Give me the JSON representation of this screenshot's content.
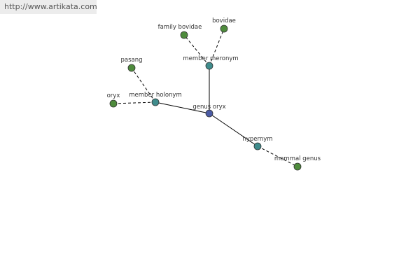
{
  "site_link": "http://www.artikata.com",
  "colors": {
    "center_node": "#4b5ba5",
    "relation_node": "#3f8c8c",
    "term_node": "#4e8b3c",
    "node_stroke": "#333333",
    "edge": "#000000",
    "banner_bg": "#ececec"
  },
  "nodes": [
    {
      "id": "genus-oryx",
      "label": "genus oryx",
      "kind": "center"
    },
    {
      "id": "member-meronym",
      "label": "member meronym",
      "kind": "relation"
    },
    {
      "id": "member-holonym",
      "label": "member holonym",
      "kind": "relation"
    },
    {
      "id": "hypernym",
      "label": "hypernym",
      "kind": "relation"
    },
    {
      "id": "family-bovidae",
      "label": "family bovidae",
      "kind": "term"
    },
    {
      "id": "bovidae",
      "label": "bovidae",
      "kind": "term"
    },
    {
      "id": "pasang",
      "label": "pasang",
      "kind": "term"
    },
    {
      "id": "oryx",
      "label": "oryx",
      "kind": "term"
    },
    {
      "id": "mammal-genus",
      "label": "mammal genus",
      "kind": "term"
    }
  ],
  "edges": [
    {
      "from": "genus-oryx",
      "to": "member-meronym",
      "style": "solid"
    },
    {
      "from": "genus-oryx",
      "to": "member-holonym",
      "style": "solid"
    },
    {
      "from": "genus-oryx",
      "to": "hypernym",
      "style": "solid"
    },
    {
      "from": "member-meronym",
      "to": "family-bovidae",
      "style": "dashed"
    },
    {
      "from": "member-meronym",
      "to": "bovidae",
      "style": "dashed"
    },
    {
      "from": "member-holonym",
      "to": "pasang",
      "style": "dashed"
    },
    {
      "from": "member-holonym",
      "to": "oryx",
      "style": "dashed"
    },
    {
      "from": "hypernym",
      "to": "mammal-genus",
      "style": "dashed"
    }
  ]
}
